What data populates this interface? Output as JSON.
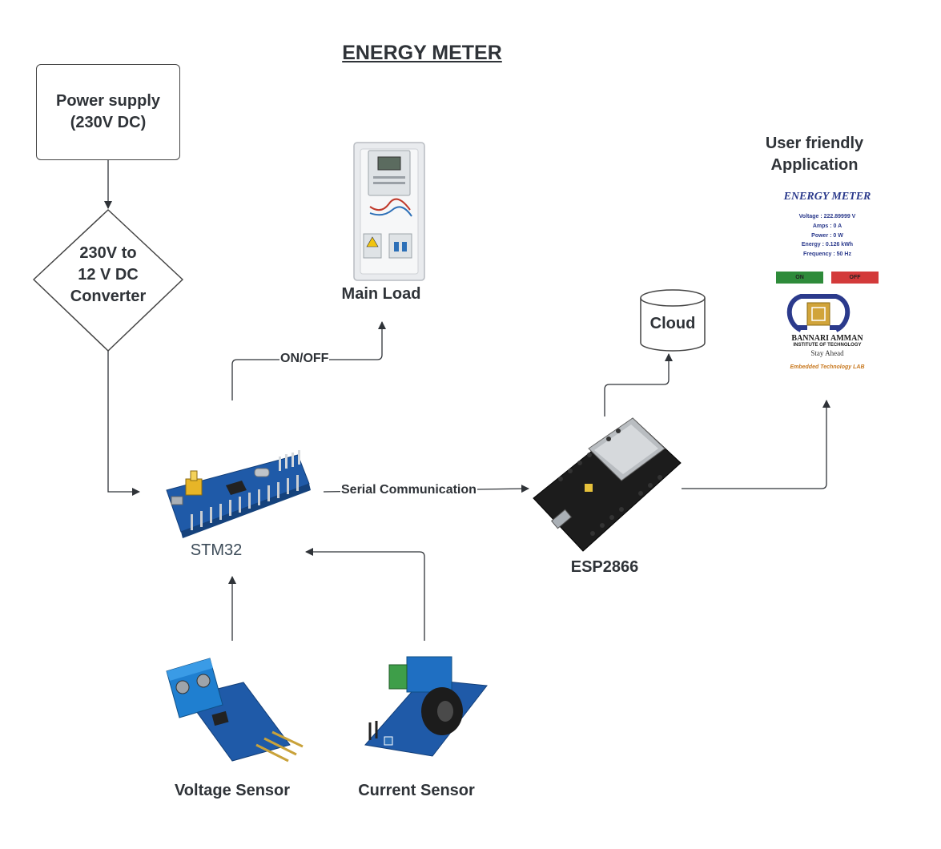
{
  "diagram": {
    "title": "ENERGY METER",
    "power_supply": "Power supply\n(230V DC)",
    "converter": "230V to\n12 V DC\nConverter",
    "main_load": "Main Load",
    "on_off": "ON/OFF",
    "stm32": "STM32",
    "serial": "Serial Communication",
    "esp": "ESP2866",
    "cloud": "Cloud",
    "voltage_sensor": "Voltage Sensor",
    "current_sensor": "Current Sensor"
  },
  "app": {
    "title": "User friendly\nApplication",
    "name": "ENERGY METER",
    "readings": [
      "Voltage : 222.89999 V",
      "Amps : 0 A",
      "Power : 0 W",
      "Energy : 0.126 kWh",
      "Frequency : 50 Hz"
    ],
    "on_label": "ON",
    "off_label": "OFF",
    "org_name": "BANNARI AMMAN",
    "org_sub": "INSTITUTE OF TECHNOLOGY",
    "org_tagline": "Stay Ahead",
    "lab": "Embedded Technology LAB"
  },
  "colors": {
    "line": "#2f3338",
    "pcb_blue": "#1f5aa8",
    "esp_black": "#1c1c1c",
    "on_green": "#2e8b3a",
    "off_red": "#d33a3a",
    "app_blue": "#2b3a8c",
    "lab_orange": "#c8781e"
  }
}
